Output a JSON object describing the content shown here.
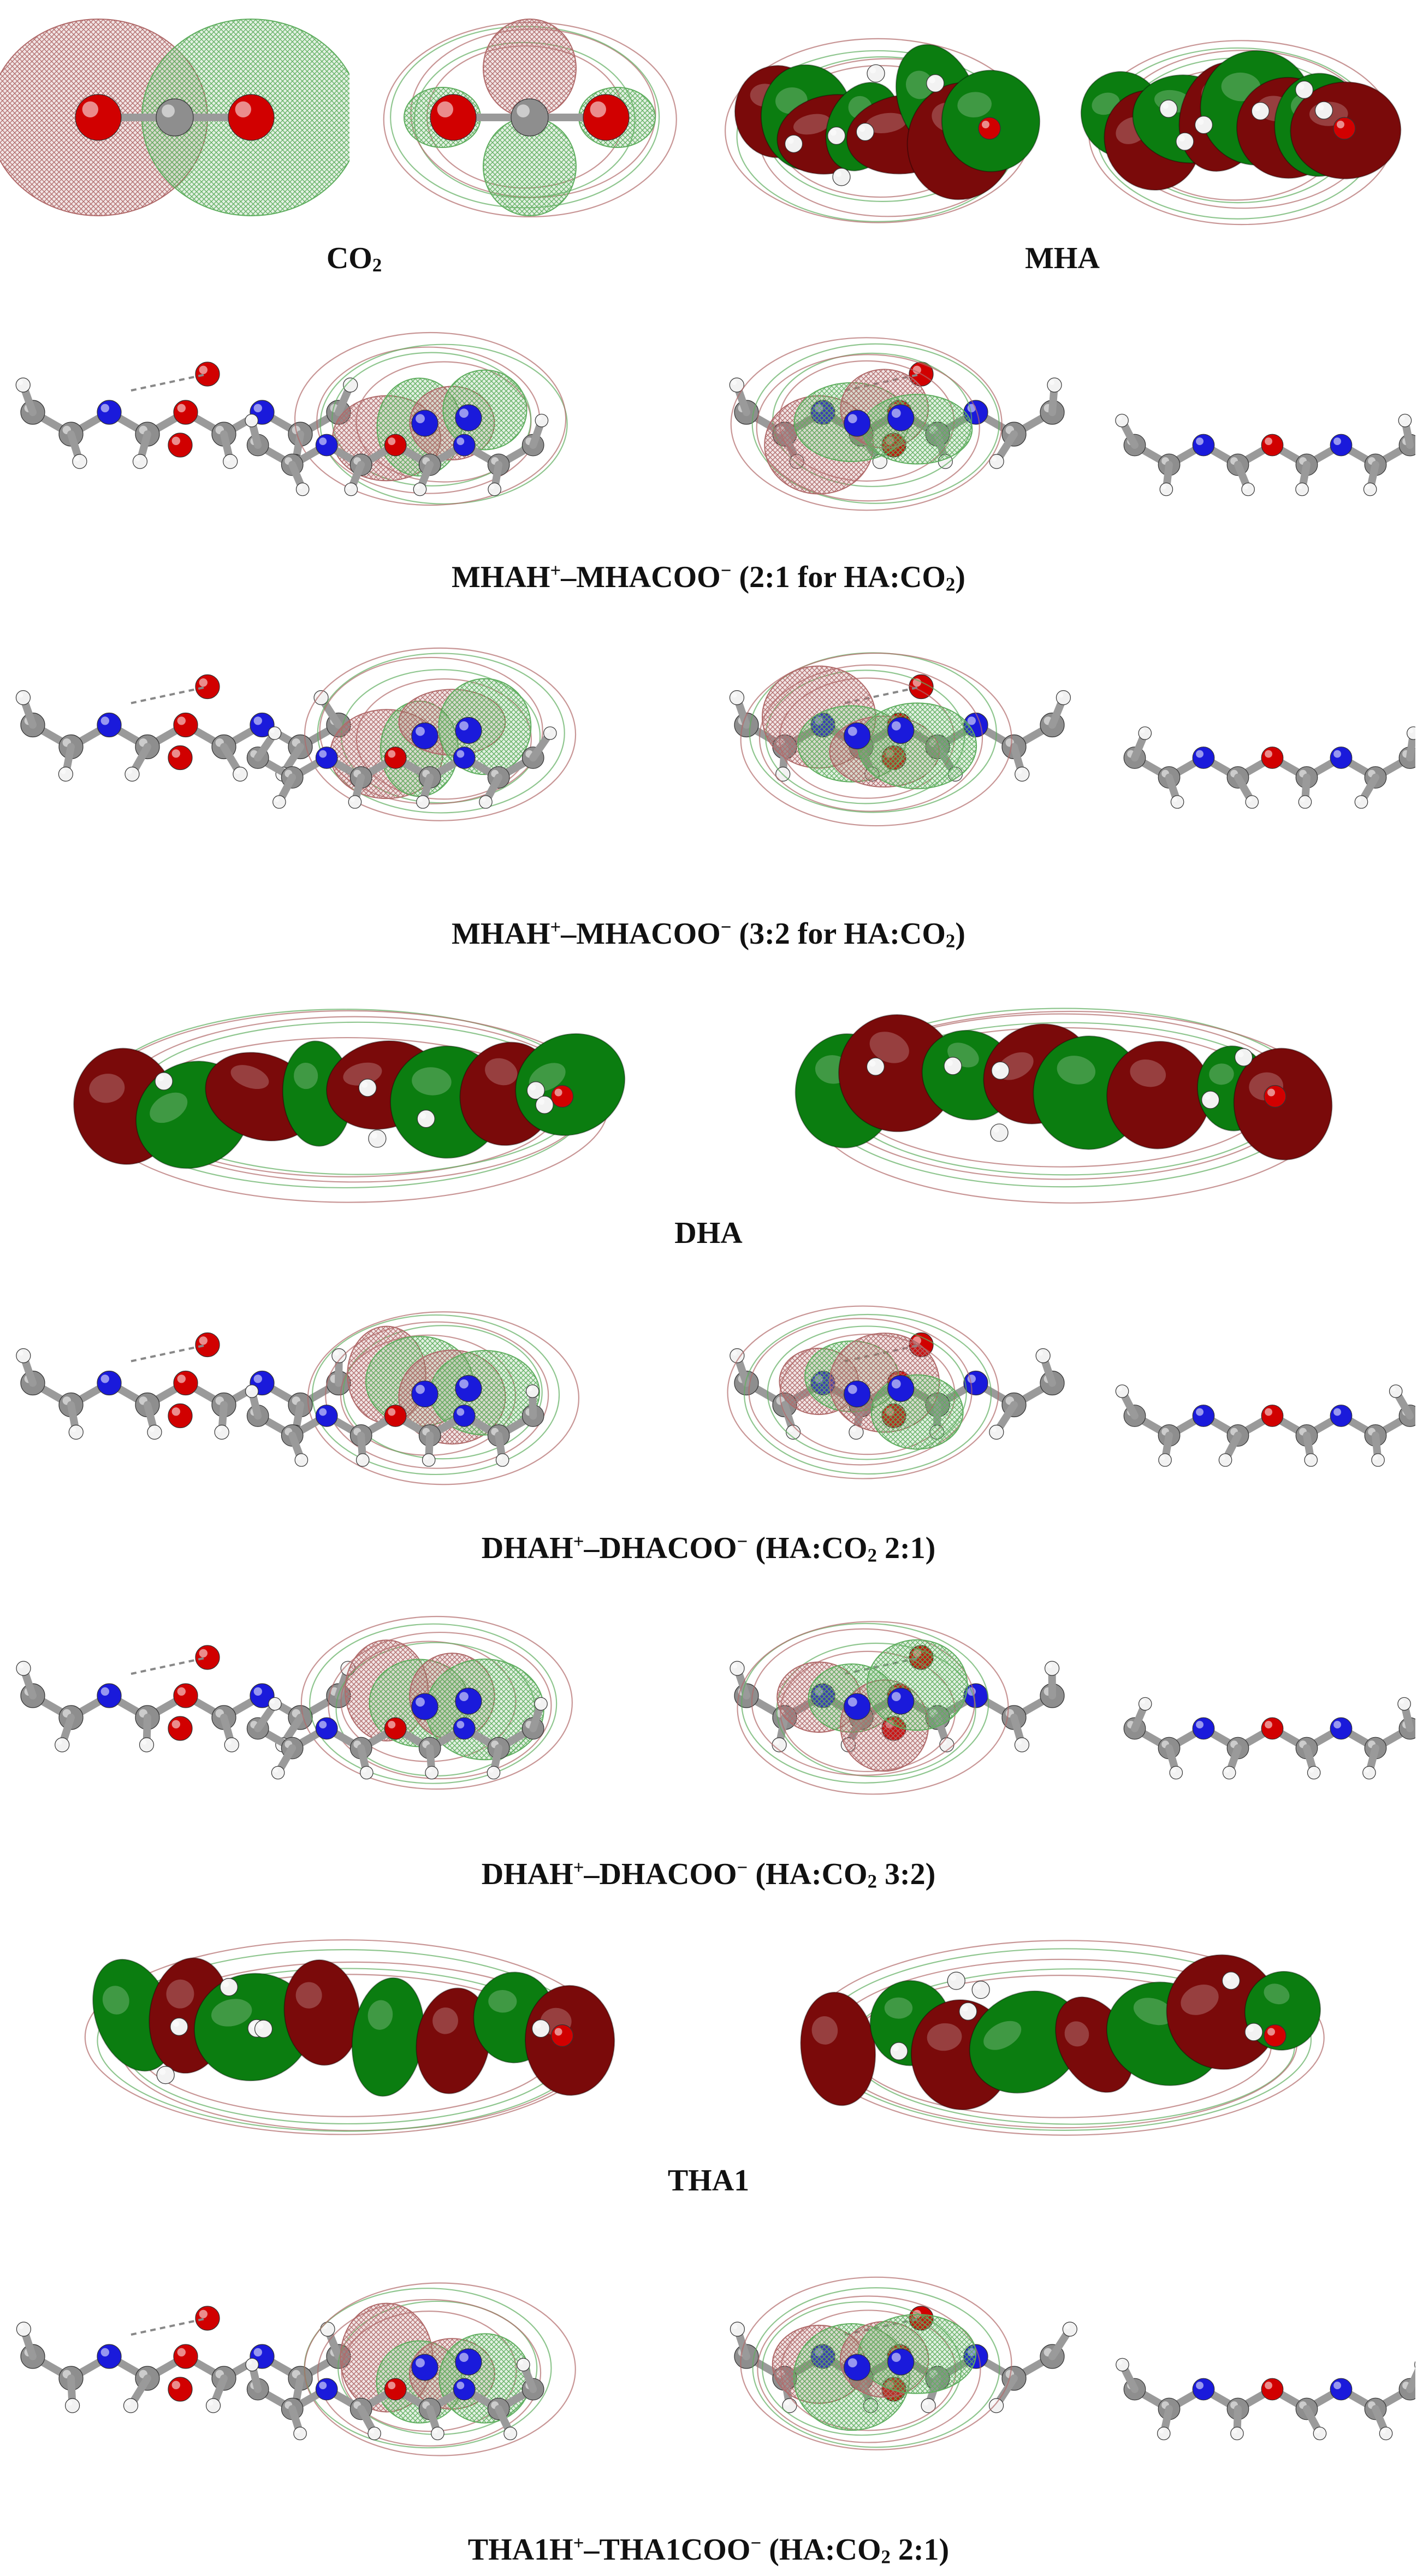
{
  "figure": {
    "rows": [
      {
        "kind": "split",
        "left": {
          "type": "mesh-small",
          "text": "CO",
          "sub": "2",
          "tail": ""
        },
        "right": {
          "type": "solid",
          "text": "MHA",
          "sub": "",
          "tail": ""
        }
      },
      {
        "kind": "full",
        "type": "mesh-complex",
        "text": "MHAH",
        "sup": "+",
        "mid": "–MHACOO",
        "sup2": "−",
        "tail": " (2:1 for HA:CO",
        "sub": "2",
        "end": ")"
      },
      {
        "kind": "full",
        "type": "mesh-complex",
        "text": "MHAH",
        "sup": "+",
        "mid": "–MHACOO",
        "sup2": "−",
        "tail": " (3:2 for HA:CO",
        "sub": "2",
        "end": ")"
      },
      {
        "kind": "full",
        "type": "solid",
        "text": "DHA",
        "sup": "",
        "mid": "",
        "sup2": "",
        "tail": "",
        "sub": "",
        "end": ""
      },
      {
        "kind": "full",
        "type": "mesh-complex",
        "text": "DHAH",
        "sup": "+",
        "mid": "–DHACOO",
        "sup2": "−",
        "tail": " (HA:CO",
        "sub": "2",
        "end": " 2:1)"
      },
      {
        "kind": "full",
        "type": "mesh-complex",
        "text": "DHAH",
        "sup": "+",
        "mid": "–DHACOO",
        "sup2": "−",
        "tail": " (HA:CO",
        "sub": "2",
        "end": " 3:2)"
      },
      {
        "kind": "full",
        "type": "solid",
        "text": "THA1",
        "sup": "",
        "mid": "",
        "sup2": "",
        "tail": "",
        "sub": "",
        "end": ""
      },
      {
        "kind": "full",
        "type": "mesh-complex",
        "text": "THA1H",
        "sup": "+",
        "mid": "–THA1COO",
        "sup2": "−",
        "tail": " (HA:CO",
        "sub": "2",
        "end": " 2:1)"
      }
    ]
  },
  "colors": {
    "oxygen": "#d10000",
    "nitrogen": "#1a1adb",
    "carbon": "#8e8e8e",
    "hydrogen": "#f2f2f2",
    "lobe_red": "#7a0a0a",
    "lobe_green": "#0b7d10",
    "mesh_red": "#b06a6a",
    "mesh_green": "#5fae5f"
  }
}
